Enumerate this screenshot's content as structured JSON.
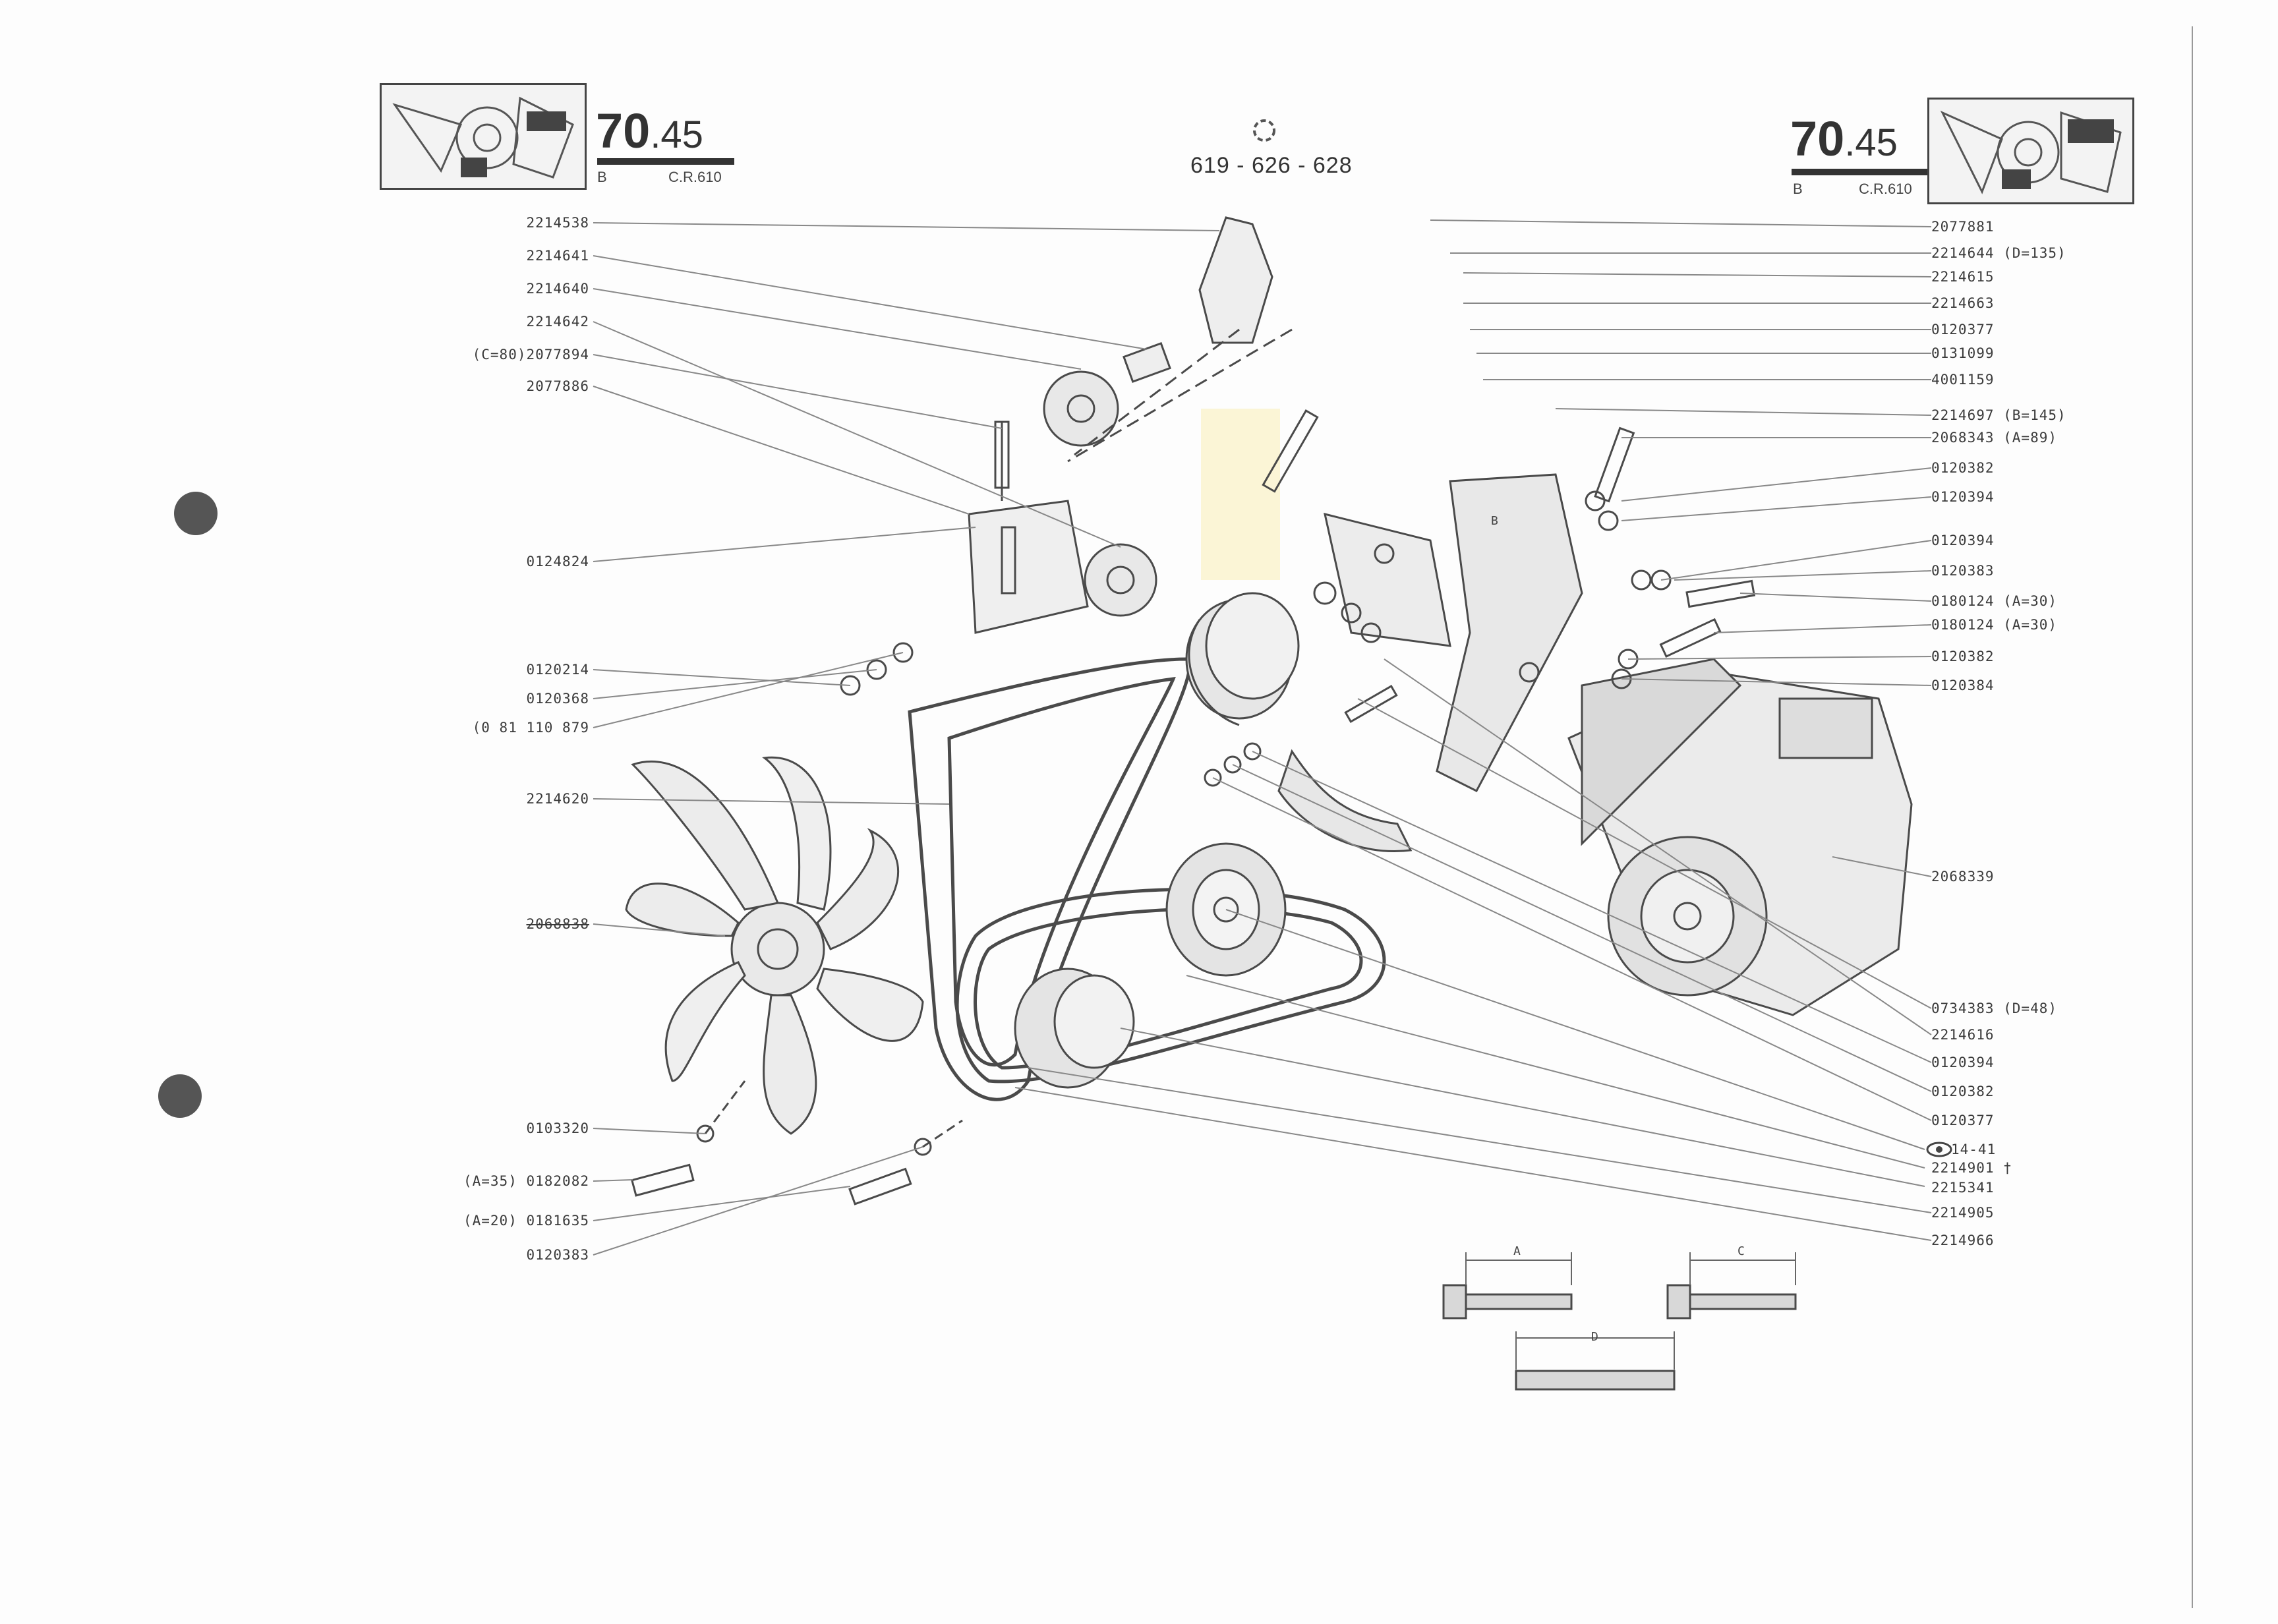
{
  "header": {
    "left_code_main": "70",
    "left_code_suffix": ".45",
    "left_sub_b": "B",
    "left_sub_cr": "C.R.610",
    "center_title": "619 - 626 - 628",
    "right_code_main": "70",
    "right_code_suffix": ".45",
    "right_sub_b": "B",
    "right_sub_cr": "C.R.610"
  },
  "labels_left": [
    "2214538",
    "2214641",
    "2214640",
    "2214642",
    "(C=80)2077894",
    "2077886",
    "0124824",
    "0120214",
    "0120368",
    "(0 81 110 879",
    "2214620",
    "2068838",
    "0103320",
    "(A=35) 0182082",
    "(A=20) 0181635",
    "0120383"
  ],
  "labels_right": [
    "2077881",
    "2214644 (D=135)",
    "2214615",
    "2214663",
    "0120377",
    "0131099",
    "4001159",
    "2214697 (B=145)",
    "2068343 (A=89)",
    "0120382",
    "0120394",
    "0120394",
    "0120383",
    "0180124 (A=30)",
    "0180124 (A=30)",
    "0120382",
    "0120384",
    "2068339",
    "0734383 (D=48)",
    "2214616",
    "0120394",
    "0120382",
    "0120377",
    "14-41",
    "2214901 †",
    "2215341",
    "2214905",
    "2214966"
  ],
  "dimensions": {
    "a": "A",
    "b": "B",
    "c": "C",
    "d": "D"
  }
}
